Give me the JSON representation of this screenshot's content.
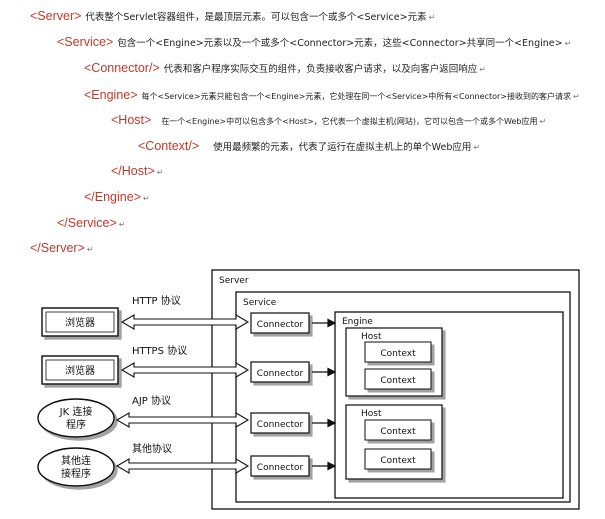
{
  "xml_lines": [
    {
      "tag": "<Server>",
      "desc": "代表整个Servlet容器组件，是最顶层元素。可以包含一个或多个<Service>元素",
      "mark": "↵"
    },
    {
      "tag": "<Service>",
      "desc": "包含一个<Engine>元素以及一个或多个<Connector>元素，这些<Connector>共享同一个<Engine>",
      "mark": "↵"
    },
    {
      "tag": "<Connector/>",
      "desc": "代表和客户程序实际交互的组件，负责接收客户请求，以及向客户返回响应",
      "mark": "↵"
    },
    {
      "tag": "<Engine>",
      "desc": "每个<Service>元素只能包含一个<Engine>元素，它处理在同一个<Service>中所有<Connector>接收到的客户请求",
      "mark": "↵"
    },
    {
      "tag": "<Host>",
      "desc": "在一个<Engine>中可以包含多个<Host>，它代表一个虚拟主机(网站)，它可以包含一个或多个Web应用",
      "mark": "↵"
    },
    {
      "tag": "<Context/>",
      "desc": "使用最频繁的元素，代表了运行在虚拟主机上的单个Web应用",
      "mark": "↵"
    },
    {
      "tag": "</Host>",
      "desc": "",
      "mark": "↵"
    },
    {
      "tag": "</Engine>",
      "desc": "",
      "mark": "↵"
    },
    {
      "tag": "</Service>",
      "desc": "",
      "mark": "↵"
    },
    {
      "tag": "</Server>",
      "desc": "",
      "mark": "↵"
    }
  ],
  "diagram": {
    "server_label": "Server",
    "service_label": "Service",
    "engine_label": "Engine",
    "host_label": "Host",
    "context_label": "Context",
    "connector_label": "Connector",
    "clients": [
      {
        "label": "浏览器",
        "label2": "",
        "shape": "box",
        "protocol": "HTTP 协议"
      },
      {
        "label": "浏览器",
        "label2": "",
        "shape": "box",
        "protocol": "HTTPS 协议"
      },
      {
        "label": "JK 连接",
        "label2": "程序",
        "shape": "ellipse",
        "protocol": "AJP 协议"
      },
      {
        "label": "其他连",
        "label2": "接程序",
        "shape": "ellipse",
        "protocol": "其他协议"
      }
    ],
    "colors": {
      "tag": "#c0392b",
      "line": "#111111",
      "box_fill": "#ffffff"
    }
  }
}
